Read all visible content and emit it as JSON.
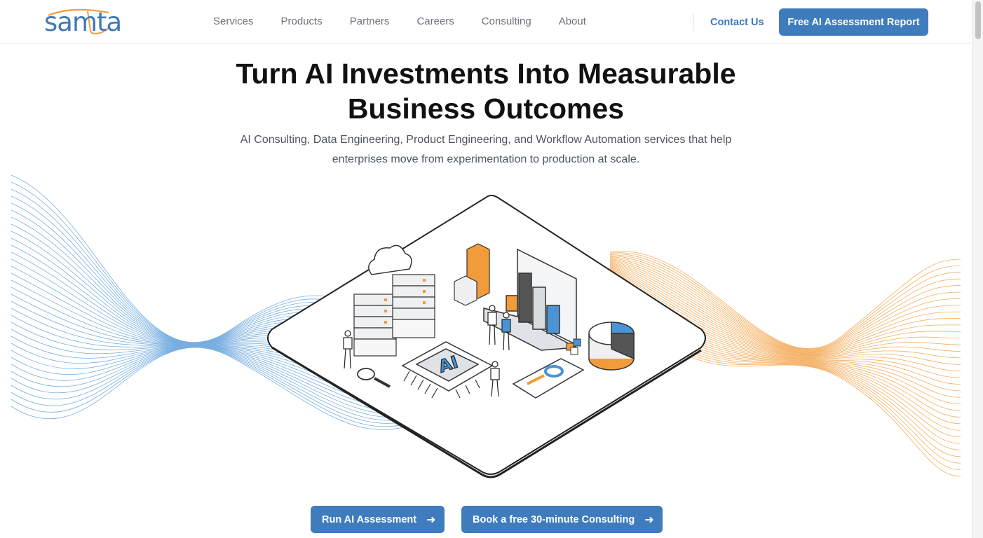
{
  "brand": {
    "logo_text": "samta",
    "primary_color": "#3e7cbd",
    "accent_color": "#f29b3a"
  },
  "nav": {
    "items": [
      {
        "label": "Services"
      },
      {
        "label": "Products"
      },
      {
        "label": "Partners"
      },
      {
        "label": "Careers"
      },
      {
        "label": "Consulting"
      },
      {
        "label": "About"
      }
    ],
    "contact_label": "Contact Us",
    "cta_label": "Free AI Assessment Report"
  },
  "hero": {
    "title_line1": "Turn AI Investments Into Measurable",
    "title_line2": "Business Outcomes",
    "subtitle_line1": "AI Consulting, Data Engineering, Product Engineering, and Workflow Automation services that help",
    "subtitle_line2": "enterprises move from experimentation to production at scale.",
    "illustration_label": "AI",
    "primary_cta": "Run AI Assessment",
    "secondary_cta": "Book a free 30-minute Consulting",
    "arrow_icon": "arrow-right-icon"
  }
}
